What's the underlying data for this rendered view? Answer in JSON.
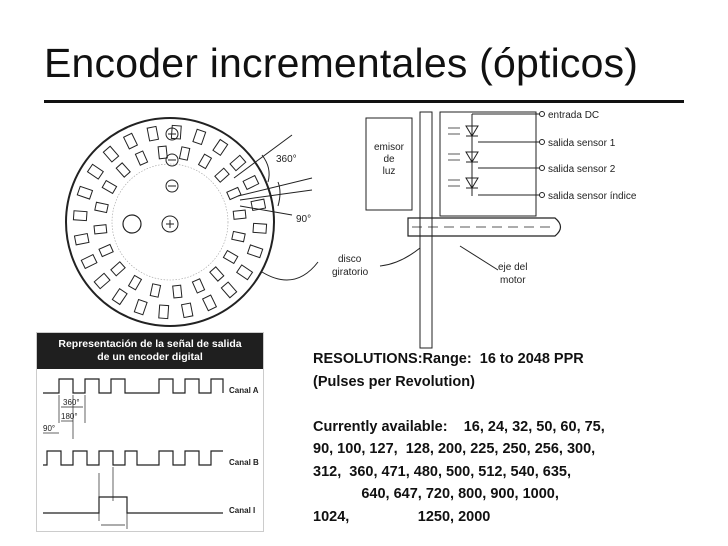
{
  "slide": {
    "title": "Encoder incrementales (ópticos)"
  },
  "diagram": {
    "angle_360": "360°",
    "angle_90": "90°",
    "emisor": [
      "emisor",
      "de",
      "luz"
    ],
    "disco": [
      "disco",
      "giratorio"
    ],
    "eje": [
      "eje del",
      "motor"
    ],
    "outputs": [
      "entrada DC",
      "salida sensor 1",
      "salida sensor 2",
      "salida sensor índice"
    ]
  },
  "signal_panel": {
    "heading": [
      "Representación de la señal de salida",
      "de un encoder digital"
    ],
    "channels": [
      "Canal A",
      "Canal B",
      "Canal I"
    ],
    "angles": [
      "360°",
      "180°",
      "90°"
    ]
  },
  "resolutions": {
    "lines": [
      "RESOLUTIONS:Range:  16 to 2048 PPR",
      "(Pulses per Revolution)",
      "",
      "Currently available:    16, 24, 32, 50, 60, 75,",
      "90, 100, 127,  128, 200, 225, 250, 256, 300,",
      "312,  360, 471, 480, 500, 512, 540, 635,",
      "            640, 647, 720, 800, 900, 1000,",
      "1024,                 1250, 2000"
    ]
  }
}
